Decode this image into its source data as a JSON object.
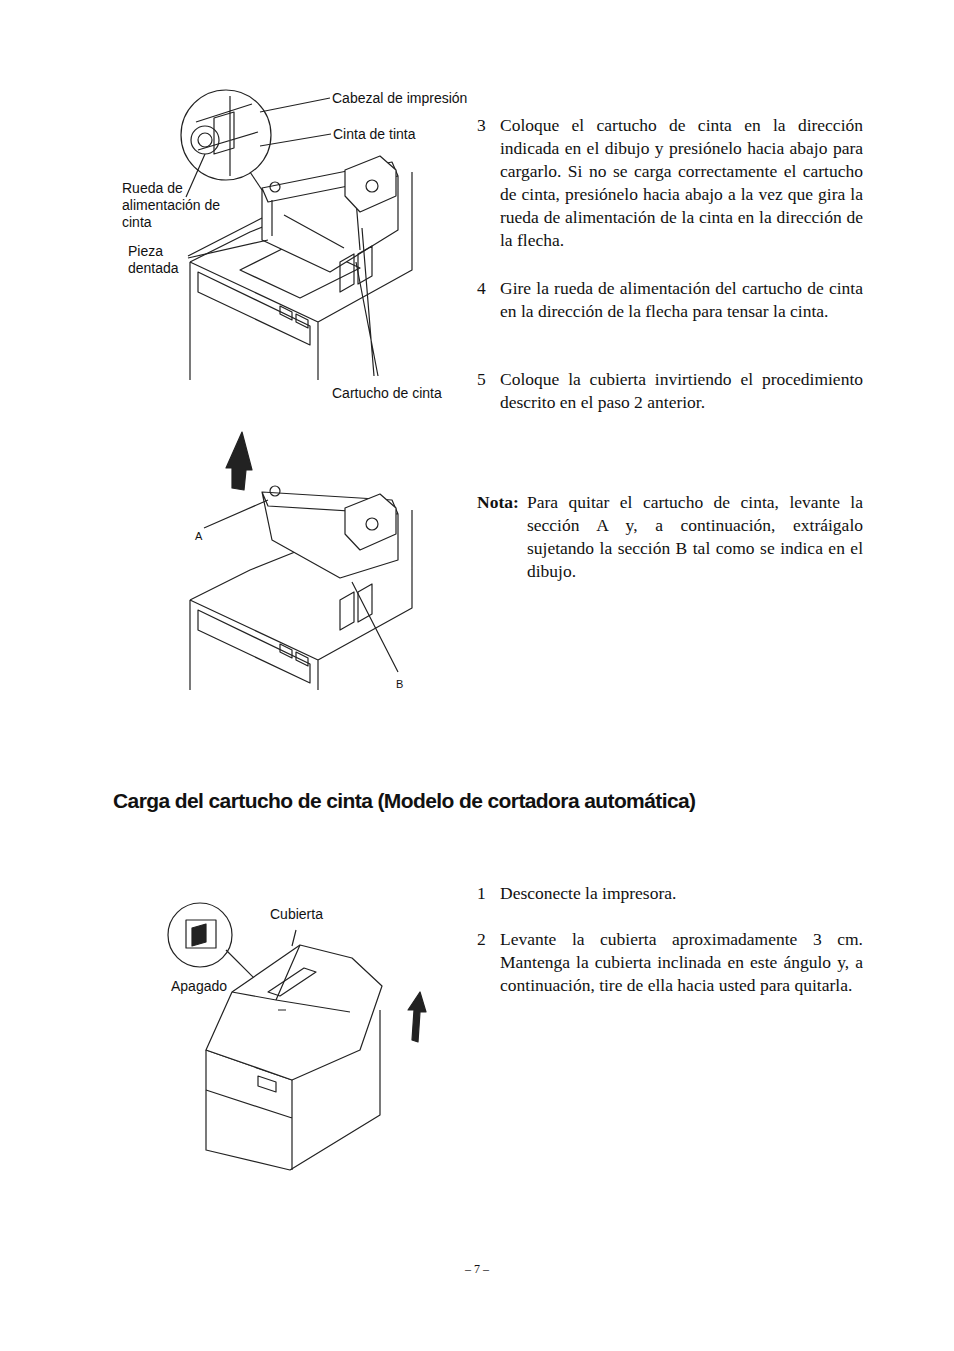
{
  "diagram": {
    "title": "Carga del cartucho de cinta (Modelo de cortadora automática)",
    "labels": [
      "Cabezal de impresión",
      "Cinta de tinta",
      "Rueda de alimentación de cinta",
      "Pieza dentada",
      "Cartucho de cinta",
      "A",
      "B",
      "3",
      "Coloque el cartucho de cinta en la dirección indicada en el dibujo y presiónelo hacia abajo para cargarlo. Si no se carga correctamente el cartucho de cinta, presiónelo hacia abajo a la vez que gira la rueda de alimentación de la cinta en la dirección de la flecha.",
      "4",
      "Gire la rueda de alimentación del cartucho de cinta en la dirección de la flecha para tensar la cinta.",
      "5",
      "Coloque la cubierta invirtiendo el procedimiento descrito en el paso 2 anterior.",
      "Nota:",
      "Para quitar el cartucho de cinta, levante la sección A y, a continuación, extráigalo sujetando la sección B tal como se indica en el dibujo.",
      "1",
      "Desconecte la impresora.",
      "2",
      "Levante la cubierta aproximadamente 3 cm. Mantenga la cubierta inclinada en este ángulo y, a continuación, tire de ella hacia usted para quitarla.",
      "Cubierta",
      "Apagado",
      "– 7 –"
    ]
  }
}
